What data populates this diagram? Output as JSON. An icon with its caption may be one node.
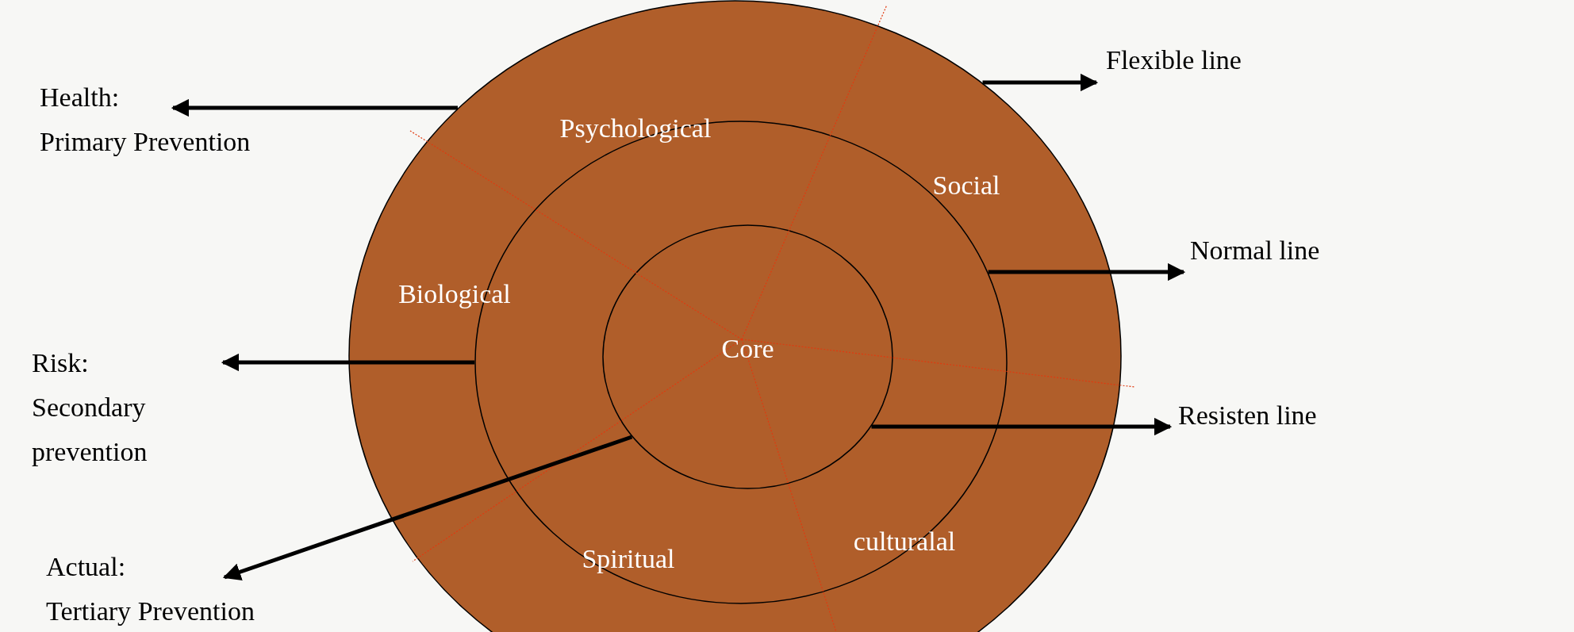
{
  "diagram": {
    "nodes": [
      {
        "text": [],
        "shape": "circle"
      },
      {
        "text": [],
        "shape": "circle",
        "in": 0
      },
      {
        "text": [
          "Core"
        ],
        "in": 1
      },
      {
        "text": [
          "Flexible line"
        ]
      },
      {
        "text": [
          "Normal line"
        ]
      },
      {
        "text": [
          "Resisten line"
        ]
      },
      {
        "text": [
          "Health: Primary Prevention"
        ]
      },
      {
        "text": [
          "Risk: Secondary prevention"
        ]
      },
      {
        "text": [
          "Actual: Tertiary Prevention"
        ]
      }
    ],
    "edges": [
      {
        "from": 0,
        "to": 3,
        "arrow": "to"
      },
      {
        "from": 1,
        "to": 4,
        "arrow": "to"
      },
      {
        "from": 2,
        "to": 5,
        "arrow": "to"
      },
      {
        "from": 0,
        "to": 6,
        "arrow": "to"
      },
      {
        "from": 1,
        "to": 7,
        "arrow": "to"
      },
      {
        "from": 2,
        "to": 8,
        "arrow": "to"
      }
    ],
    "labels": [
      "Psychological",
      "Social",
      "Biological",
      "Spiritual",
      "culturalal"
    ]
  }
}
